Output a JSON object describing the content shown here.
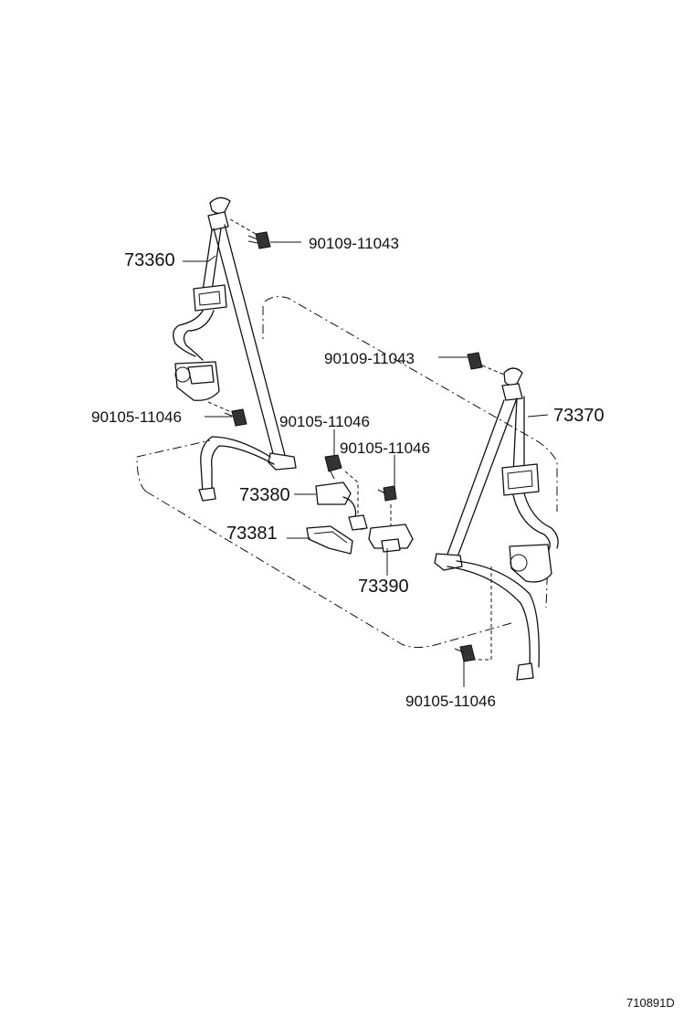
{
  "diagram": {
    "diagram_code": "710891D",
    "callouts": {
      "left_belt_assy": "73360",
      "right_belt_assy": "73370",
      "buckle_a": "73380",
      "buckle_cover": "73381",
      "center_buckle": "73390",
      "bolt_left_upper": "90109-11043",
      "bolt_right_upper": "90109-11043",
      "bolt_left_lower": "90105-11046",
      "bolt_center_a": "90105-11046",
      "bolt_center_b": "90105-11046",
      "bolt_right_lower": "90105-11046"
    }
  }
}
